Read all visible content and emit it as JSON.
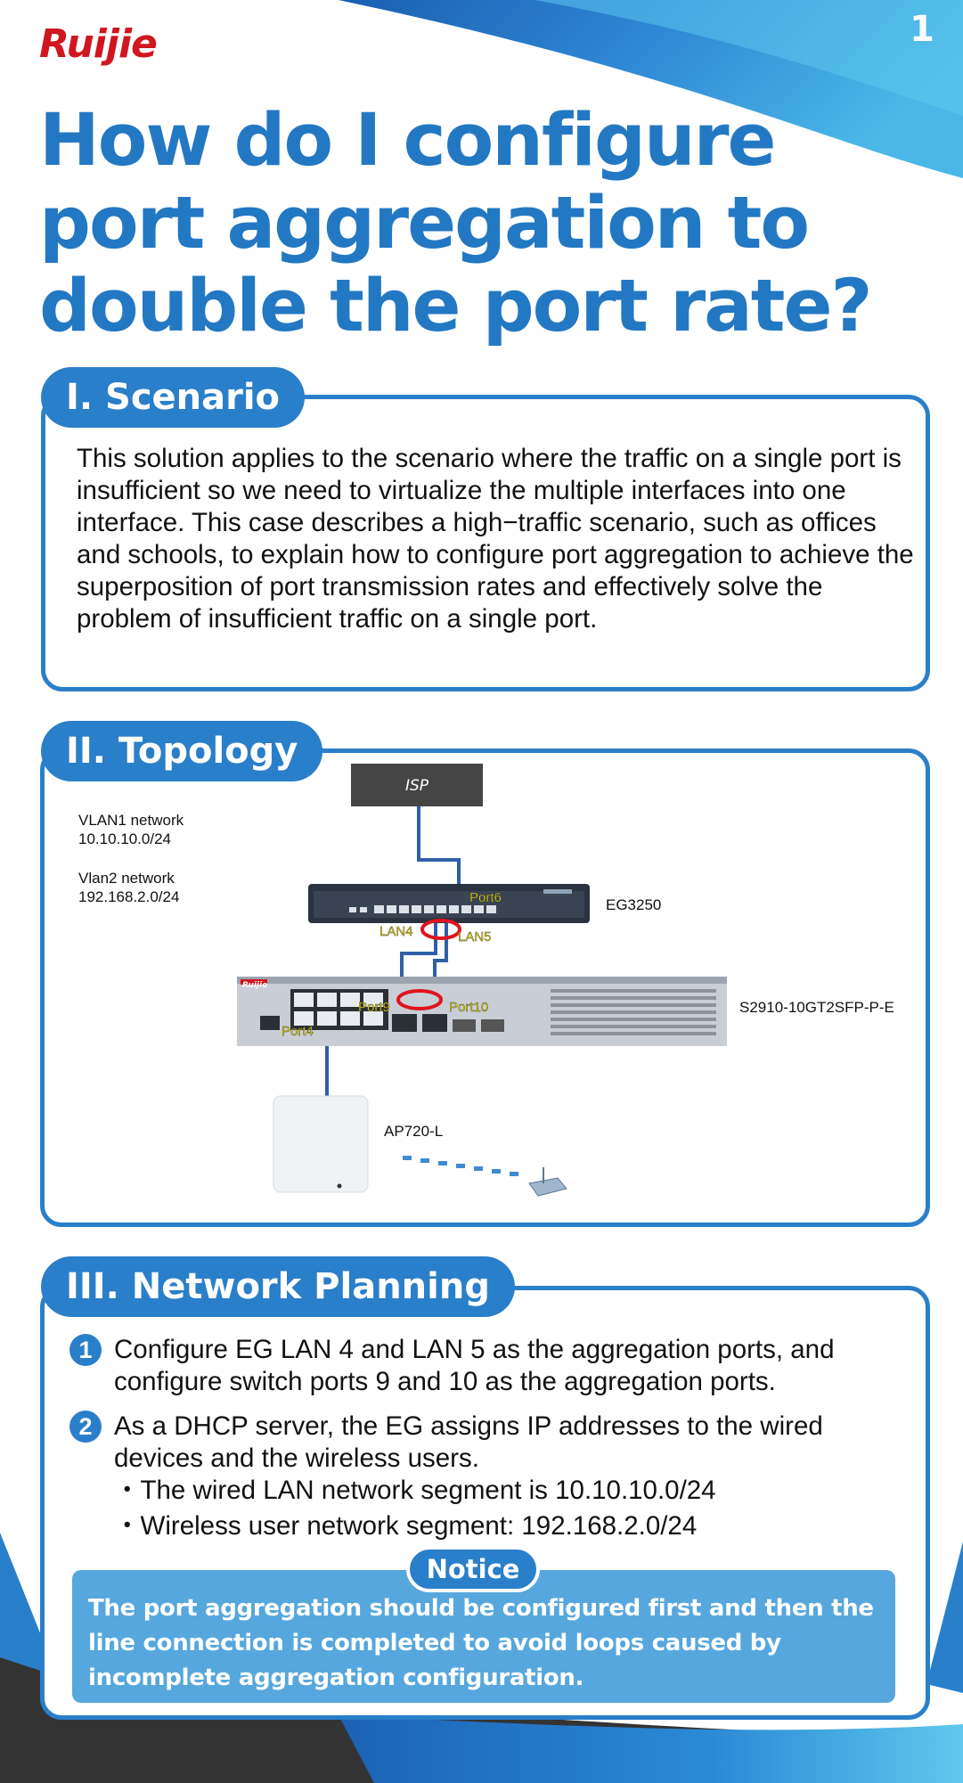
{
  "header": {
    "brand": "Ruijie",
    "page_number": "1"
  },
  "title": "How do I configure port aggregation to double the port rate?",
  "scenario": {
    "heading": "I.  Scenario",
    "text": "This solution applies to the scenario where the traffic on a single port is insufficient so we need to virtualize the multiple interfaces into one interface. This case describes a high−traffic scenario, such as offices and schools, to explain how to configure port aggregation to achieve the superposition of port transmission rates and effectively solve the problem of insufficient traffic on a single port."
  },
  "topology": {
    "heading": "II. Topology",
    "isp_label": "ISP",
    "vlan1_name": "VLAN1 network",
    "vlan1_subnet": "10.10.10.0/24",
    "vlan2_name": "Vlan2 network",
    "vlan2_subnet": "192.168.2.0/24",
    "gateway_model": "EG3250",
    "switch_model": "S2910-10GT2SFP-P-E",
    "ap_model": "AP720-L",
    "port_labels": {
      "port6": "Port6",
      "lan4": "LAN4",
      "lan5": "LAN5",
      "port9": "Port9",
      "port10": "Port10",
      "port4": "Port4"
    },
    "switch_brand": "Ruijie"
  },
  "planning": {
    "heading": "III. Network Planning",
    "item1_number": "1",
    "item1_text": "Configure EG LAN 4 and LAN 5 as the aggregation ports, and configure switch ports 9 and 10 as the aggregation ports.",
    "item2_number": "2",
    "item2_text": "As a DHCP server, the EG assigns IP addresses to the wired devices and the wireless users.",
    "bullet1": "・The wired LAN network segment is 10.10.10.0/24",
    "bullet2": "・Wireless user network segment: 192.168.2.0/24"
  },
  "notice": {
    "label": "Notice",
    "text": "The port aggregation should be configured first and then the line connection is completed to avoid loops caused by incomplete aggregation configuration."
  },
  "colors": {
    "brand_blue": "#2a7fca",
    "title_blue": "#2378c3",
    "logo_red": "#d0161f",
    "notice_blue": "#56a7dd",
    "label_yellow": "#f2e400",
    "link_red": "#e0141e"
  }
}
